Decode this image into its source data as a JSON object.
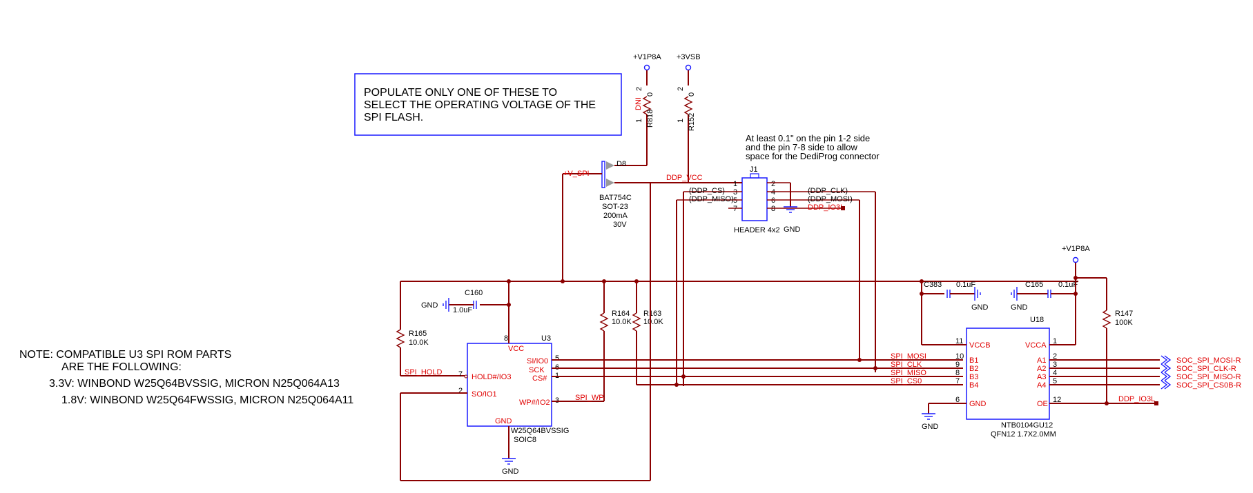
{
  "rails": {
    "v1p8a": "+V1P8A",
    "v3vsb": "+3VSB"
  },
  "note_box": {
    "line1": "POPULATE ONLY ONE OF THESE TO",
    "line2": "SELECT THE OPERATING VOLTAGE OF THE",
    "line3": "SPI FLASH."
  },
  "r818": {
    "ref": "R818",
    "value": "0",
    "dni": "DNI",
    "pin1": "1",
    "pin2": "2"
  },
  "r152": {
    "ref": "R152",
    "value": "0",
    "pin1": "1",
    "pin2": "2"
  },
  "d8": {
    "ref": "D8",
    "part": "BAT754C",
    "package": "SOT-23",
    "current": "200mA",
    "voltage": "30V"
  },
  "nets": {
    "v_spi": "+V_SPI",
    "ddp_vcc": "DDP_VCC",
    "ddp_cs": "(DDP_CS)",
    "ddp_miso": "(DDP_MISO)",
    "ddp_clk": "(DDP_CLK)",
    "ddp_mosi": "(DDP_MOSI)",
    "ddp_io3l": "DDP_IO3L",
    "spi_hold": "SPI_HOLD",
    "spi_wp": "SPI_WP",
    "spi_mosi": "SPI_MOSI",
    "spi_clk": "SPI_CLK",
    "spi_miso": "SPI_MISO",
    "spi_cs0": "SPI_CS0",
    "ddp_io3l_oe": "DDP_IO3L"
  },
  "j1": {
    "ref": "J1",
    "name": "HEADER 4x2",
    "note1": "At least 0.1\" on the pin 1-2 side",
    "note2": "and the pin 7-8 side to allow",
    "note3": "space for the DediProg connector",
    "pins_left": [
      "1",
      "3",
      "5",
      "7"
    ],
    "pins_right": [
      "2",
      "4",
      "6",
      "8"
    ]
  },
  "gnd": "GND",
  "c160": {
    "ref": "C160",
    "value": "1.0uF"
  },
  "c383": {
    "ref": "C383",
    "value": "0.1uF"
  },
  "c165": {
    "ref": "C165",
    "value": "0.1uF"
  },
  "r165": {
    "ref": "R165",
    "value": "10.0K"
  },
  "r164": {
    "ref": "R164",
    "value": "10.0K"
  },
  "r163": {
    "ref": "R163",
    "value": "10.0K"
  },
  "r147": {
    "ref": "R147",
    "value": "100K"
  },
  "u3": {
    "ref": "U3",
    "part": "W25Q64BVSSIG",
    "package": "SOIC8",
    "vcc": "VCC",
    "gnd": "GND",
    "hold": "HOLD#/IO3",
    "so": "SO/IO1",
    "si": "SI/IO0",
    "sck": "SCK",
    "cs": "CS#",
    "wp": "WP#/IO2",
    "p8": "8",
    "p7": "7",
    "p2": "2",
    "p5": "5",
    "p6": "6",
    "p1": "1",
    "p3": "3"
  },
  "u18": {
    "ref": "U18",
    "part": "NTB0104GU12",
    "package": "QFN12 1.7X2.0MM",
    "vccb": "VCCB",
    "vcca": "VCCA",
    "b1": "B1",
    "b2": "B2",
    "b3": "B3",
    "b4": "B4",
    "a1": "A1",
    "a2": "A2",
    "a3": "A3",
    "a4": "A4",
    "gnd": "GND",
    "oe": "OE",
    "p11": "11",
    "p10": "10",
    "p9": "9",
    "p8": "8",
    "p7": "7",
    "p6": "6",
    "p1": "1",
    "p2": "2",
    "p3": "3",
    "p4": "4",
    "p5": "5",
    "p12": "12"
  },
  "soc": {
    "mosi": "SOC_SPI_MOSI-R",
    "clk": "SOC_SPI_CLK-R",
    "miso": "SOC_SPI_MISO-R",
    "cs": "SOC_SPI_CS0B-R"
  },
  "note_parts": {
    "head": "NOTE:  COMPATIBLE U3 SPI ROM PARTS",
    "head2": "ARE THE FOLLOWING:",
    "v33": "3.3V: WINBOND W25Q64BVSSIG, MICRON N25Q064A13",
    "v18": "1.8V: WINBOND W25Q64FWSSIG, MICRON N25Q064A11"
  }
}
